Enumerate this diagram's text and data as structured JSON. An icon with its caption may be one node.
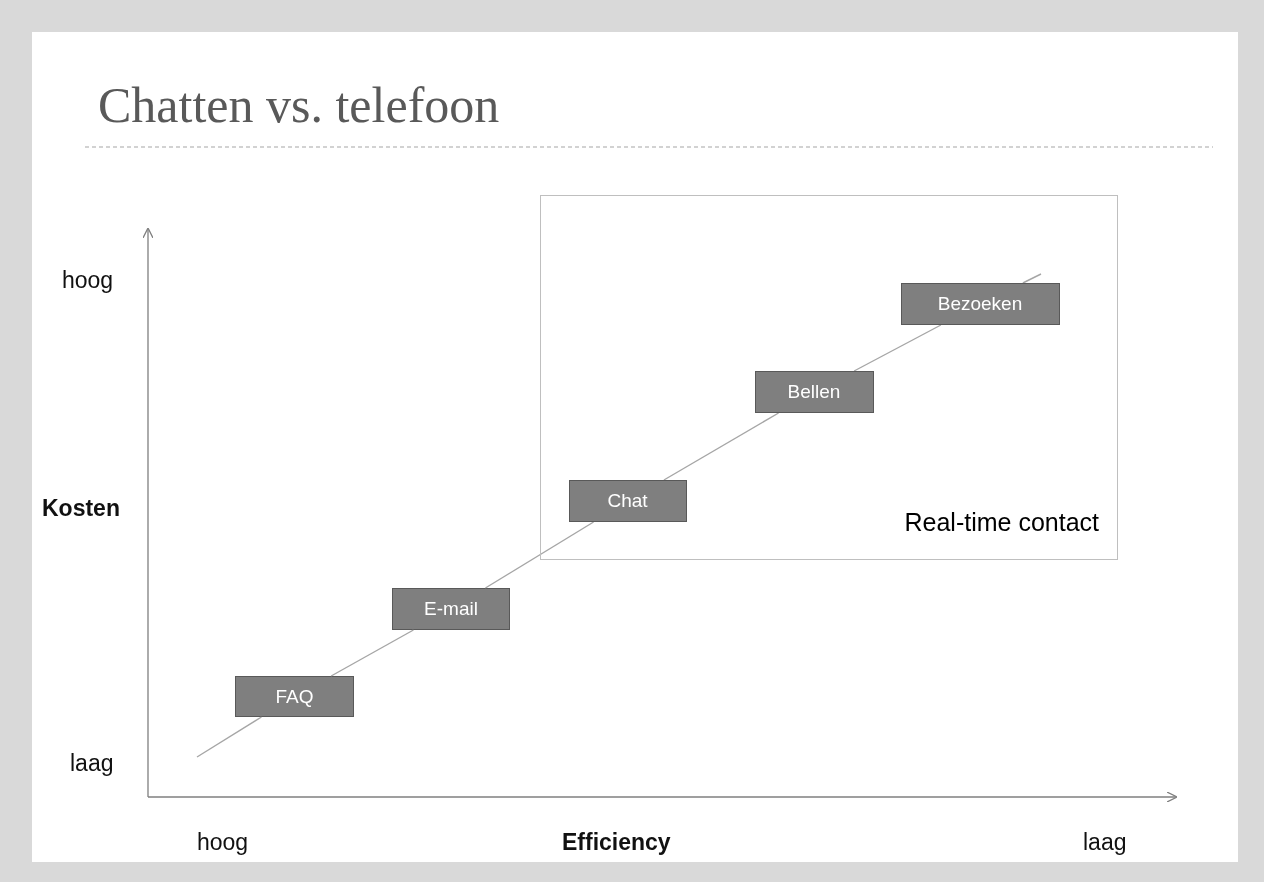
{
  "diagram": {
    "title": "Chatten vs. telefoon",
    "nodes": [
      {
        "text": [
          "Real-time contact"
        ]
      },
      {
        "text": [
          "Bezoeken"
        ],
        "in": 0
      },
      {
        "text": [
          "Bellen"
        ],
        "in": 0
      },
      {
        "text": [
          "Chat"
        ],
        "in": 0
      },
      {
        "text": [
          "E-mail"
        ]
      },
      {
        "text": [
          "FAQ"
        ]
      }
    ],
    "edges": [
      {
        "from": null,
        "to": 5,
        "arrow": "none"
      },
      {
        "from": 5,
        "to": 4,
        "arrow": "none"
      },
      {
        "from": 4,
        "to": 3,
        "arrow": "none"
      },
      {
        "from": 3,
        "to": 2,
        "arrow": "none"
      },
      {
        "from": 2,
        "to": 1,
        "arrow": "none"
      },
      {
        "from": 1,
        "to": null,
        "arrow": "none"
      }
    ],
    "labels": [
      "hoog",
      "Kosten",
      "laag",
      "hoog",
      "Efficiency",
      "laag"
    ]
  }
}
